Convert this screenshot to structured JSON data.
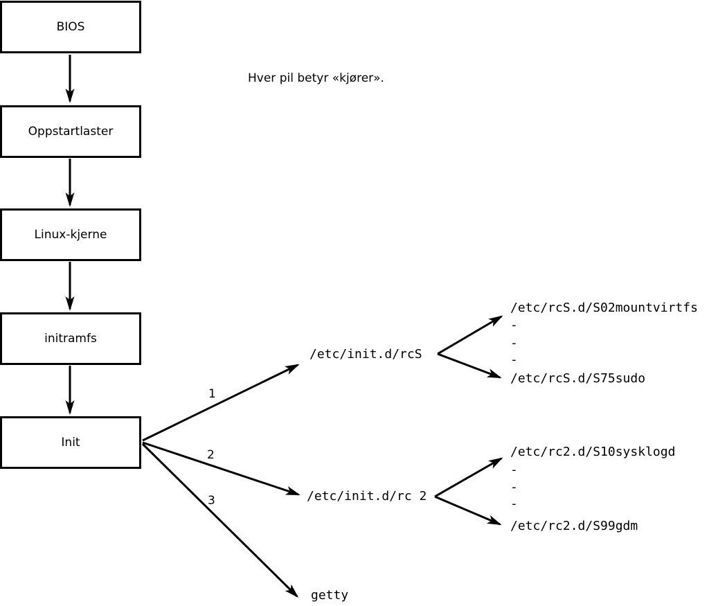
{
  "note": "Hver pil betyr «kjører».",
  "chain": [
    {
      "label": "BIOS"
    },
    {
      "label": "Oppstartlaster"
    },
    {
      "label": "Linux-kjerne"
    },
    {
      "label": "initramfs"
    },
    {
      "label": "Init"
    }
  ],
  "branches": [
    {
      "number": "1",
      "target": "/etc/init.d/rcS",
      "children": [
        "/etc/rcS.d/S02mountvirtfs",
        "-",
        "-",
        "-",
        "/etc/rcS.d/S75sudo"
      ]
    },
    {
      "number": "2",
      "target": "/etc/init.d/rc 2",
      "children": [
        "/etc/rc2.d/S10sysklogd",
        "-",
        "-",
        "-",
        "/etc/rc2.d/S99gdm"
      ]
    },
    {
      "number": "3",
      "target": "getty"
    }
  ],
  "colors": {
    "line": "#000000",
    "background": "#ffffff"
  }
}
